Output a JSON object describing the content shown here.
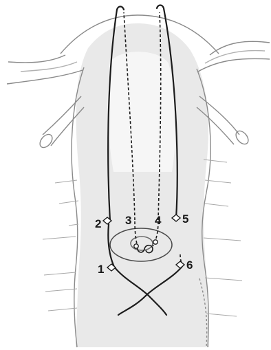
{
  "diagram": {
    "labels": [
      {
        "id": "1",
        "text": "1"
      },
      {
        "id": "2",
        "text": "2"
      },
      {
        "id": "3",
        "text": "3"
      },
      {
        "id": "4",
        "text": "4"
      },
      {
        "id": "5",
        "text": "5"
      },
      {
        "id": "6",
        "text": "6"
      }
    ],
    "colors": {
      "outline": "#8a8a8a",
      "suture": "#1c1c1c",
      "shade": "#dcdcdc",
      "background": "#ffffff"
    }
  }
}
